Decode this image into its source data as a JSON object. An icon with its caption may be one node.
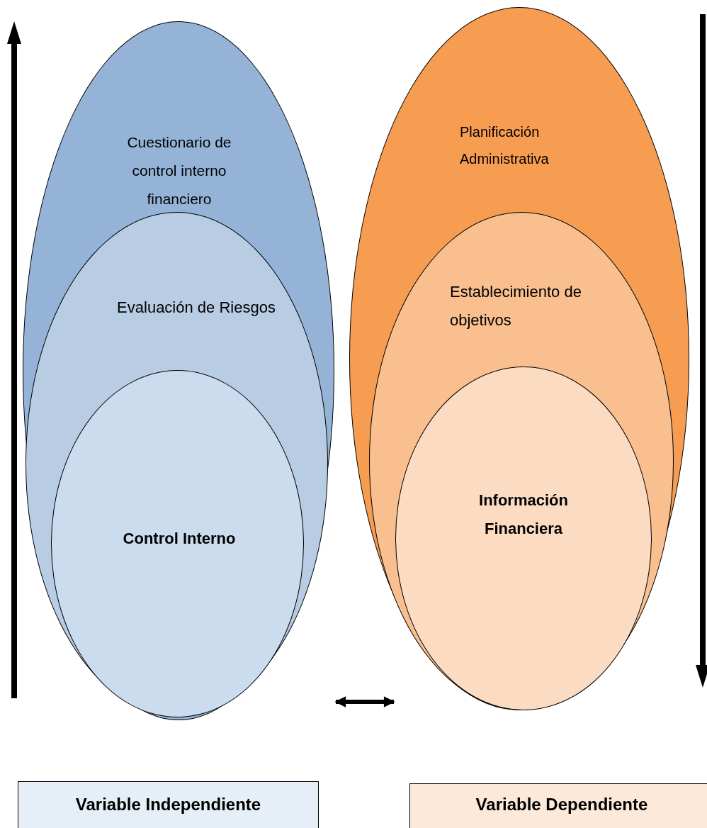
{
  "diagram": {
    "nodes": [
      {
        "text": [
          "Cuestionario de control interno financiero"
        ]
      },
      {
        "text": [
          "Evaluación de Riesgos"
        ],
        "in": 0
      },
      {
        "text": [
          "Control Interno"
        ],
        "in": 1
      },
      {
        "text": [
          "Planificación Administrativa"
        ]
      },
      {
        "text": [
          "Establecimiento de objetivos"
        ],
        "in": 3
      },
      {
        "text": [
          "Información Financiera"
        ],
        "in": 4
      },
      {
        "text": [
          "Variable Independiente"
        ]
      },
      {
        "text": [
          "Variable Dependiente"
        ]
      }
    ],
    "edges": [
      {
        "from": 2,
        "to": 5,
        "arrow": "both"
      }
    ]
  }
}
